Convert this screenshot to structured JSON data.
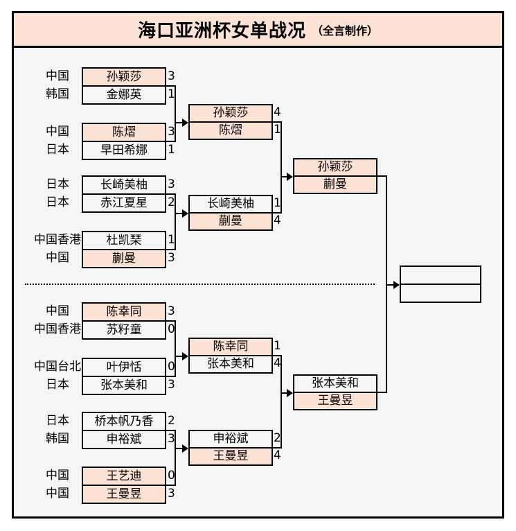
{
  "title": {
    "main": "海口亚洲杯女单战况",
    "credit": "（全言制作）"
  },
  "colors": {
    "highlight": "#fbe2d5",
    "line": "#000000",
    "panel_bg": "#f5f5f6"
  },
  "rounds": {
    "r1": [
      {
        "p1": {
          "country": "中国",
          "name": "孙颖莎",
          "score": "3",
          "hl": true
        },
        "p2": {
          "country": "韩国",
          "name": "金娜英",
          "score": "1",
          "hl": false
        }
      },
      {
        "p1": {
          "country": "中国",
          "name": "陈熠",
          "score": "3",
          "hl": true
        },
        "p2": {
          "country": "日本",
          "name": "早田希娜",
          "score": "1",
          "hl": false
        }
      },
      {
        "p1": {
          "country": "日本",
          "name": "长崎美柚",
          "score": "3",
          "hl": false
        },
        "p2": {
          "country": "日本",
          "name": "赤江夏星",
          "score": "2",
          "hl": false
        }
      },
      {
        "p1": {
          "country": "中国香港",
          "name": "杜凯琹",
          "score": "1",
          "hl": false
        },
        "p2": {
          "country": "中国",
          "name": "蒯曼",
          "score": "3",
          "hl": true
        }
      },
      {
        "p1": {
          "country": "中国",
          "name": "陈幸同",
          "score": "3",
          "hl": true
        },
        "p2": {
          "country": "中国香港",
          "name": "苏籽童",
          "score": "0",
          "hl": false
        }
      },
      {
        "p1": {
          "country": "中国台北",
          "name": "叶伊恬",
          "score": "0",
          "hl": false
        },
        "p2": {
          "country": "日本",
          "name": "张本美和",
          "score": "3",
          "hl": false
        }
      },
      {
        "p1": {
          "country": "日本",
          "name": "桥本帆乃香",
          "score": "2",
          "hl": false
        },
        "p2": {
          "country": "韩国",
          "name": "申裕斌",
          "score": "3",
          "hl": false
        }
      },
      {
        "p1": {
          "country": "中国",
          "name": "王艺迪",
          "score": "0",
          "hl": true
        },
        "p2": {
          "country": "中国",
          "name": "王曼昱",
          "score": "3",
          "hl": true
        }
      }
    ],
    "r2": [
      {
        "p1": {
          "name": "孙颖莎",
          "score": "4",
          "hl": true
        },
        "p2": {
          "name": "陈熠",
          "score": "1",
          "hl": true
        }
      },
      {
        "p1": {
          "name": "长崎美柚",
          "score": "1",
          "hl": false
        },
        "p2": {
          "name": "蒯曼",
          "score": "4",
          "hl": true
        }
      },
      {
        "p1": {
          "name": "陈幸同",
          "score": "1",
          "hl": true
        },
        "p2": {
          "name": "张本美和",
          "score": "4",
          "hl": false
        }
      },
      {
        "p1": {
          "name": "申裕斌",
          "score": "2",
          "hl": false
        },
        "p2": {
          "name": "王曼昱",
          "score": "4",
          "hl": true
        }
      }
    ],
    "sf": [
      {
        "p1": {
          "name": "孙颖莎",
          "hl": true
        },
        "p2": {
          "name": "蒯曼",
          "hl": true
        }
      },
      {
        "p1": {
          "name": "张本美和",
          "hl": false
        },
        "p2": {
          "name": "王曼昱",
          "hl": true
        }
      }
    ],
    "final": {
      "p1": {
        "name": "",
        "hl": false
      },
      "p2": {
        "name": "",
        "hl": false
      }
    }
  }
}
